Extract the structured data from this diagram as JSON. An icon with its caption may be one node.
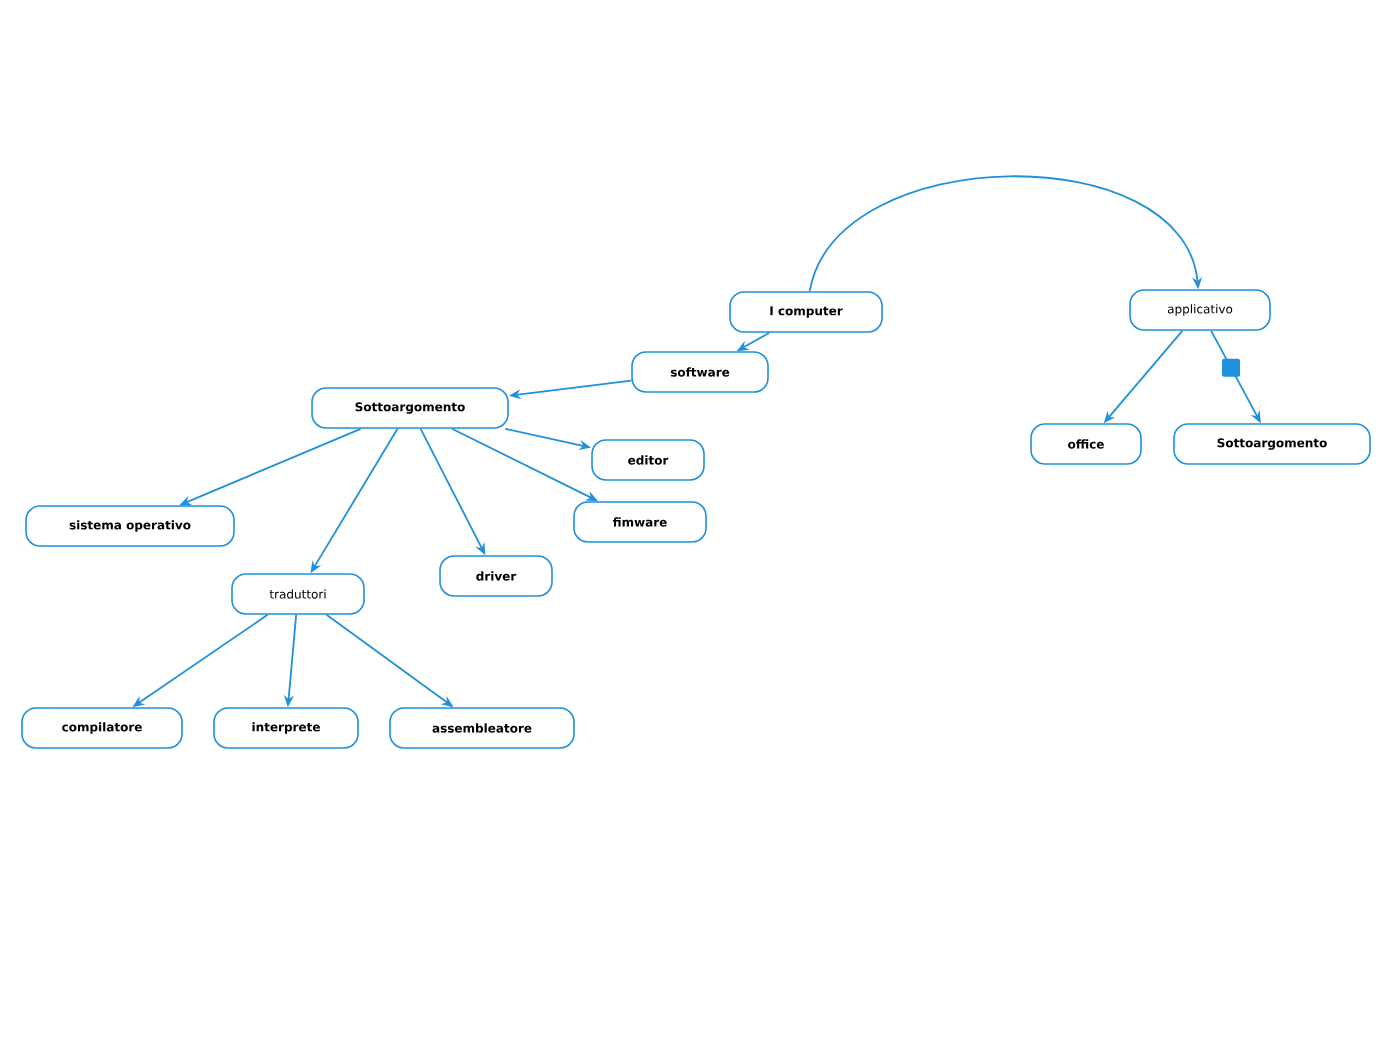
{
  "diagram": {
    "nodes": [
      {
        "text": [
          "I computer"
        ]
      },
      {
        "text": [
          "applicativo"
        ]
      },
      {
        "text": [
          "software"
        ]
      },
      {
        "text": [
          "Sottoargomento"
        ]
      },
      {
        "text": [
          "office"
        ]
      },
      {
        "text": [
          "Sottoargomento"
        ]
      },
      {
        "text": [
          "editor"
        ]
      },
      {
        "text": [
          "sistema operativo"
        ]
      },
      {
        "text": [
          "fimware"
        ]
      },
      {
        "text": [
          "driver"
        ]
      },
      {
        "text": [
          "traduttori"
        ]
      },
      {
        "text": [
          "compilatore"
        ]
      },
      {
        "text": [
          "interprete"
        ]
      },
      {
        "text": [
          "assembleatore"
        ]
      }
    ],
    "edges": [
      {
        "from": 0,
        "to": 1,
        "arrow": "to"
      },
      {
        "from": 0,
        "to": 2,
        "arrow": "to"
      },
      {
        "from": 2,
        "to": 3,
        "arrow": "to"
      },
      {
        "from": 1,
        "to": 4,
        "arrow": "to"
      },
      {
        "from": 1,
        "to": 5,
        "arrow": "to"
      },
      {
        "from": 3,
        "to": 6,
        "arrow": "to"
      },
      {
        "from": 3,
        "to": 7,
        "arrow": "to"
      },
      {
        "from": 3,
        "to": 8,
        "arrow": "to"
      },
      {
        "from": 3,
        "to": 9,
        "arrow": "to"
      },
      {
        "from": 3,
        "to": 10,
        "arrow": "to"
      },
      {
        "from": 10,
        "to": 11,
        "arrow": "to"
      },
      {
        "from": 10,
        "to": 12,
        "arrow": "to"
      },
      {
        "from": 10,
        "to": 13,
        "arrow": "to"
      }
    ]
  }
}
